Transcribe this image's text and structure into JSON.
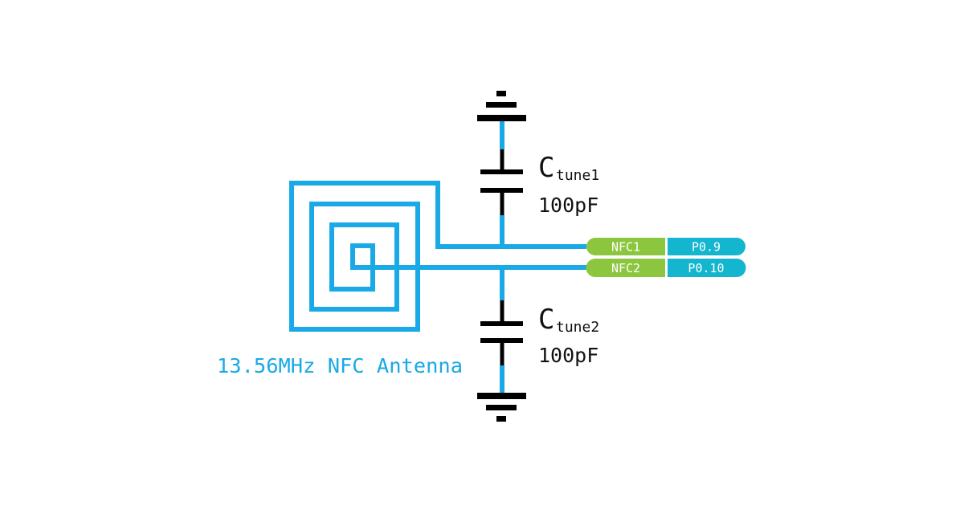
{
  "colors": {
    "trace": "#18a9e6",
    "component": "#000000",
    "pin_name_bg": "#8cc63f",
    "pin_gpio_bg": "#13b5cf",
    "antenna_label": "#18a9e6",
    "background": "#ffffff"
  },
  "antenna": {
    "label": "13.56MHz NFC Antenna"
  },
  "capacitors": [
    {
      "letter": "C",
      "subscript": "tune1",
      "value": "100pF"
    },
    {
      "letter": "C",
      "subscript": "tune2",
      "value": "100pF"
    }
  ],
  "pins": [
    {
      "name": "NFC1",
      "gpio": "P0.9"
    },
    {
      "name": "NFC2",
      "gpio": "P0.10"
    }
  ]
}
